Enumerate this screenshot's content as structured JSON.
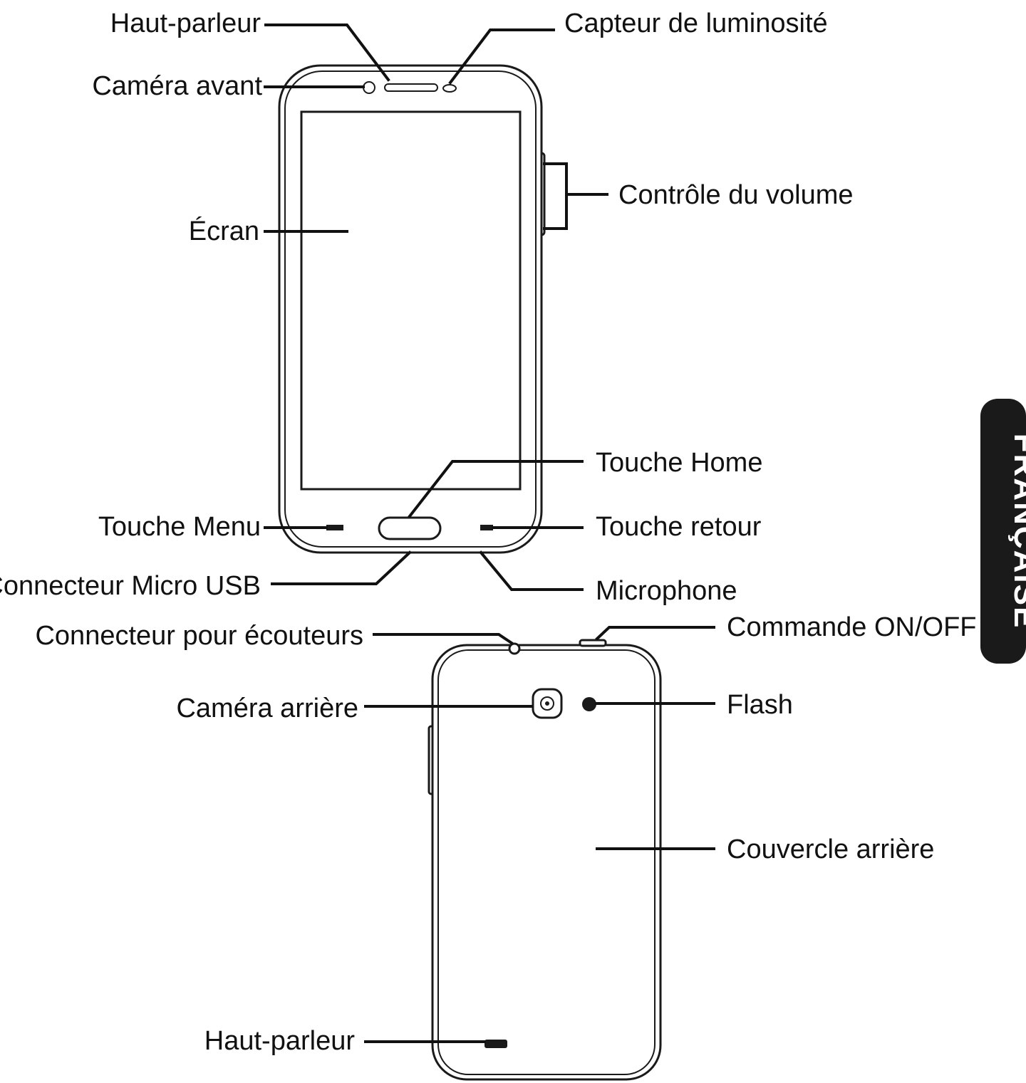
{
  "labels": {
    "speaker_top": "Haut-parleur",
    "light_sensor": "Capteur de luminosité",
    "front_camera": "Caméra avant",
    "screen": "Écran",
    "volume": "Contrôle du volume",
    "home_key": "Touche Home",
    "menu_key": "Touche Menu",
    "back_key": "Touche retour",
    "micro_usb": "Connecteur Micro USB",
    "microphone": "Microphone",
    "headphone_jack": "Connecteur pour écouteurs",
    "power": "Commande ON/OFF",
    "rear_camera": "Caméra arrière",
    "flash": "Flash",
    "back_cover": "Couvercle arrière",
    "speaker_bottom": "Haut-parleur"
  },
  "side_tab": {
    "text": "FRANÇAISE",
    "color": "#1a1a1a"
  }
}
